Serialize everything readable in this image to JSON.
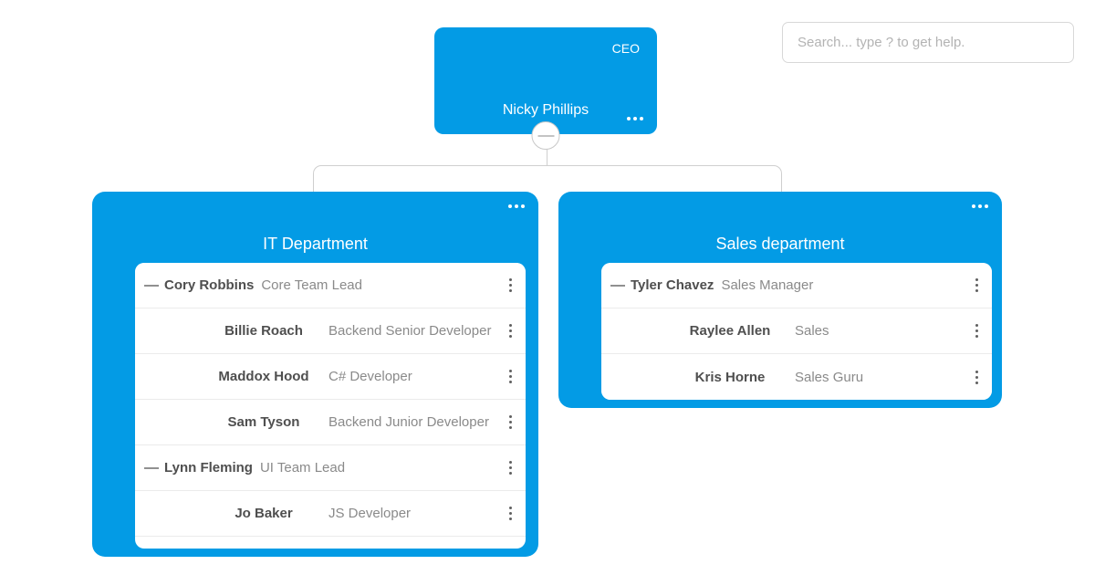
{
  "search": {
    "placeholder": "Search... type ? to get help."
  },
  "colors": {
    "primary": "#039BE5",
    "connector": "#cfcfcf",
    "name_text": "#4f4f4f",
    "role_text": "#8a8a8a"
  },
  "icons": {
    "node_menu": "ellipsis-horizontal-icon",
    "row_menu": "ellipsis-vertical-icon",
    "collapse": "minus-icon",
    "lead_marker": "dash-icon"
  },
  "root": {
    "badge": "CEO",
    "name": "Nicky Phillips"
  },
  "departments": [
    {
      "title": "IT Department",
      "members": [
        {
          "name": "Cory Robbins",
          "role": "Core Team Lead",
          "level": "lead"
        },
        {
          "name": "Billie Roach",
          "role": "Backend Senior Developer",
          "level": "member"
        },
        {
          "name": "Maddox Hood",
          "role": "C# Developer",
          "level": "member"
        },
        {
          "name": "Sam Tyson",
          "role": "Backend Junior Developer",
          "level": "member"
        },
        {
          "name": "Lynn Fleming",
          "role": "UI Team Lead",
          "level": "lead"
        },
        {
          "name": "Jo Baker",
          "role": "JS Developer",
          "level": "member"
        }
      ]
    },
    {
      "title": "Sales department",
      "members": [
        {
          "name": "Tyler Chavez",
          "role": "Sales Manager",
          "level": "lead"
        },
        {
          "name": "Raylee Allen",
          "role": "Sales",
          "level": "member"
        },
        {
          "name": "Kris Horne",
          "role": "Sales Guru",
          "level": "member"
        }
      ]
    }
  ]
}
